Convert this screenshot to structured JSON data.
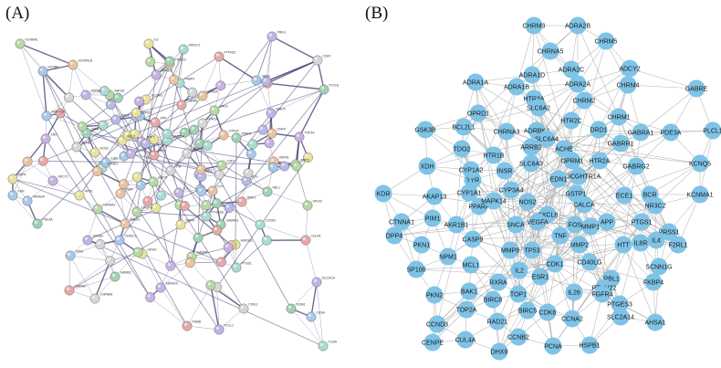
{
  "panel_a": {
    "label": "(A)",
    "visible_labels": [
      "KCNMA1",
      "HOXB8",
      "SCN5A1B",
      "ADRB2",
      "IL6",
      "AKR1C1",
      "PTPN22",
      "PRKG",
      "CDA7",
      "PLCH1",
      "ABCB1",
      "HRH2",
      "PIK3CG",
      "OPRM1",
      "SLC6A3",
      "FABP4",
      "CHRM2",
      "TDO2",
      "HTR2A",
      "NR3C1",
      "DRD2",
      "ADRA1D",
      "HTR1A",
      "XDH",
      "BCL2",
      "CCND1",
      "TYR",
      "ESR1",
      "TNF",
      "GABRA1",
      "CHRNA1",
      "ADRA2A",
      "HSPB1",
      "TOP2A",
      "AKR1B1",
      "PTGS1",
      "CUL4A",
      "SLC2A14",
      "F2RL1",
      "IDOB1",
      "SP100",
      "CESA",
      "DHFR",
      "ADCY2",
      "DPP4",
      "FCGR",
      "PSMB",
      "BIRC5",
      "SIRT1",
      "PARP1",
      "CASP9",
      "KDR",
      "RAD21",
      "IL2",
      "NPM1",
      "MAPK14",
      "CHRM3",
      "ADRA2C",
      "CHRNA5",
      "GABRQ",
      "GABRB",
      "CD40LG",
      "HTT",
      "TOP1",
      "NOS2",
      "PTGES3",
      "APP",
      "FOS",
      "VEGFA",
      "RBL1",
      "CDK1",
      "PKN1",
      "INSR",
      "SCN5A",
      "RXRA",
      "CCNA2",
      "MMP2",
      "PLCL1",
      "ACHE",
      "PDE3A",
      "EGFR",
      "IL8R",
      "HTR3A",
      "DPRD1",
      "GRIA2"
    ]
  },
  "panel_b": {
    "label": "(B)",
    "nodes": [
      "CHRM3",
      "ADRA2B",
      "CHRNA5",
      "CHRM5",
      "ADRA2C",
      "ADCY2",
      "ADRA1D",
      "CHRM4",
      "ADRA1A",
      "ADRA1B",
      "ADRA2A",
      "GABRE",
      "HTR3A",
      "CHRM2",
      "SLC6A2",
      "OPRD1",
      "HTR2C",
      "CHRM1",
      "GSK3B",
      "BCL2L1",
      "CHRNA3",
      "ADRBK1",
      "DRD1",
      "GABRA1",
      "PDE3A",
      "PLCL1",
      "TDO2",
      "ACHE",
      "GABRR1",
      "HTR1B",
      "SLC6A4",
      "ARRB2",
      "HTR2A",
      "GABRG2",
      "KCNQ5",
      "XDH",
      "SLC6A3",
      "OPRM1",
      "PIK3CGHTR1A",
      "INSR",
      "TYR",
      "CYP1A2",
      "EDN1",
      "KDR",
      "ECE1",
      "BCR",
      "NR3C2",
      "KCNMA1",
      "CYP3A4",
      "GSTP1",
      "CYP1A1",
      "NOS2",
      "CALCA",
      "AKAP13",
      "PPARA",
      "MAPK14",
      "CXCL8",
      "PIM1",
      "AKR1B1",
      "APP",
      "FOS",
      "PTGS1",
      "CTNNA1",
      "MMP1",
      "PRSS1",
      "VEGFA",
      "SNCA",
      "F2RL1",
      "DPP4",
      "TNF",
      "MMP2",
      "HTT",
      "PKN1",
      "IL8R",
      "CASP9",
      "IL4",
      "MMP9",
      "TP53",
      "SCNN1G",
      "SP100",
      "NPM1",
      "CD40LG",
      "CDK1",
      "IL2",
      "MCL1",
      "ESR1",
      "RBL1",
      "FKBP4",
      "RXRA",
      "PTPN22",
      "IL26",
      "PKN2",
      "BAK1",
      "FGFR4",
      "TOP1",
      "PTGES3",
      "BIRC8",
      "TOP2A",
      "SLC2A14",
      "BIRC5",
      "AHSA1",
      "CCND3",
      "CDK6",
      "RAD21",
      "CCNA2",
      "CENPE",
      "CUL4A",
      "CCNB2",
      "HSPB1",
      "PCNA",
      "DHX9"
    ]
  }
}
